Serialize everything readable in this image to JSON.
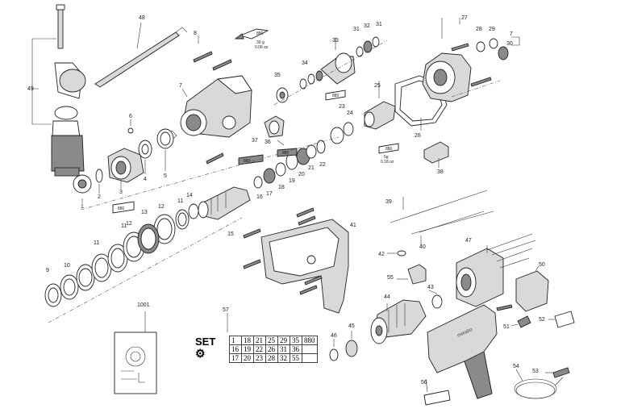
{
  "diagram": {
    "callouts": [
      "1",
      "2",
      "3",
      "4",
      "5",
      "6",
      "7",
      "8",
      "9",
      "10",
      "11",
      "11",
      "11",
      "12",
      "12",
      "13",
      "14",
      "15",
      "16",
      "17",
      "18",
      "19",
      "20",
      "21",
      "22",
      "23",
      "24",
      "25",
      "26",
      "27",
      "28",
      "29",
      "30",
      "31",
      "31",
      "32",
      "33",
      "34",
      "35",
      "36",
      "37",
      "38",
      "39",
      "40",
      "41",
      "42",
      "43",
      "44",
      "45",
      "46",
      "47",
      "48",
      "49",
      "50",
      "51",
      "52",
      "53",
      "54",
      "55",
      "56",
      "57",
      "1001",
      "7"
    ],
    "grease": {
      "amount_g": "30 g",
      "amount_oz": "0.06 oz",
      "amount2_g": "5g",
      "amount2_oz": "0.18 oz",
      "tube_code": "880"
    },
    "set_kit": {
      "logo_text": "SET",
      "rows": [
        [
          "1",
          "18",
          "21",
          "25",
          "29",
          "35",
          "880"
        ],
        [
          "16",
          "19",
          "22",
          "26",
          "31",
          "36",
          ""
        ],
        [
          "17",
          "20",
          "23",
          "28",
          "32",
          "55",
          ""
        ]
      ]
    },
    "brand": "metabo"
  }
}
